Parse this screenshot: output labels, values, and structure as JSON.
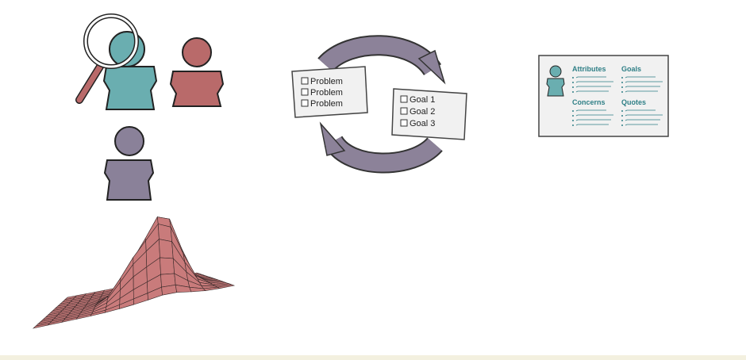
{
  "colors": {
    "teal": "#6aaeb0",
    "red": "#b96a6a",
    "purple": "#8a8199",
    "arrow": "#8c8299",
    "card_bg": "#f1f1f1",
    "card_border": "#444444",
    "persona_heading": "#2f7f86",
    "terrain_fill": "#c97b7b",
    "terrain_line": "#3a2a2a"
  },
  "icons": {
    "magnifier": "magnifying-glass-icon",
    "people": [
      "person-teal-icon",
      "person-red-icon",
      "person-purple-icon"
    ],
    "cycle": "cycle-arrows-icon",
    "terrain": "surface-plot-icon"
  },
  "problems_card": {
    "items": [
      "Problem",
      "Problem",
      "Problem"
    ]
  },
  "goals_card": {
    "items": [
      "Goal 1",
      "Goal 2",
      "Goal 3"
    ]
  },
  "persona_card": {
    "sections": {
      "attributes": "Attributes",
      "goals": "Goals",
      "concerns": "Concerns",
      "quotes": "Quotes"
    }
  }
}
